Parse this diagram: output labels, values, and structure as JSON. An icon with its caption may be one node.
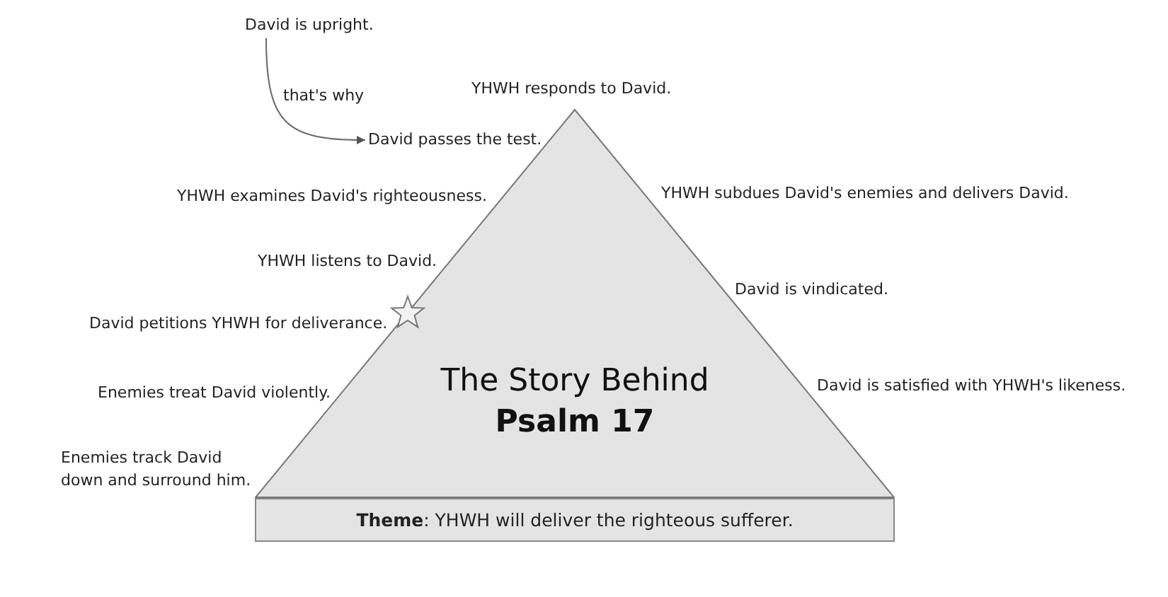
{
  "diagram": {
    "nodes": [
      {
        "text": [
          "David is upright."
        ]
      },
      {
        "text": [
          "David passes the test."
        ]
      },
      {
        "text": [
          "The Story Behind",
          "Psalm 17"
        ]
      },
      {
        "text": [
          "**Theme**: YHWH will deliver the righteous sufferer."
        ]
      }
    ],
    "edges": [
      {
        "from": 0,
        "to": 1,
        "arrow": "to",
        "label": "that's why"
      }
    ],
    "labels": [
      "YHWH responds to David.",
      "YHWH subdues David's enemies and delivers David.",
      "YHWH examines David's righteousness.",
      "YHWH listens to David.",
      "David is vindicated.",
      "David petitions YHWH for deliverance.",
      "David is satisfied with YHWH's likeness.",
      "Enemies treat David violently.",
      "Enemies track David down and surround him."
    ]
  }
}
